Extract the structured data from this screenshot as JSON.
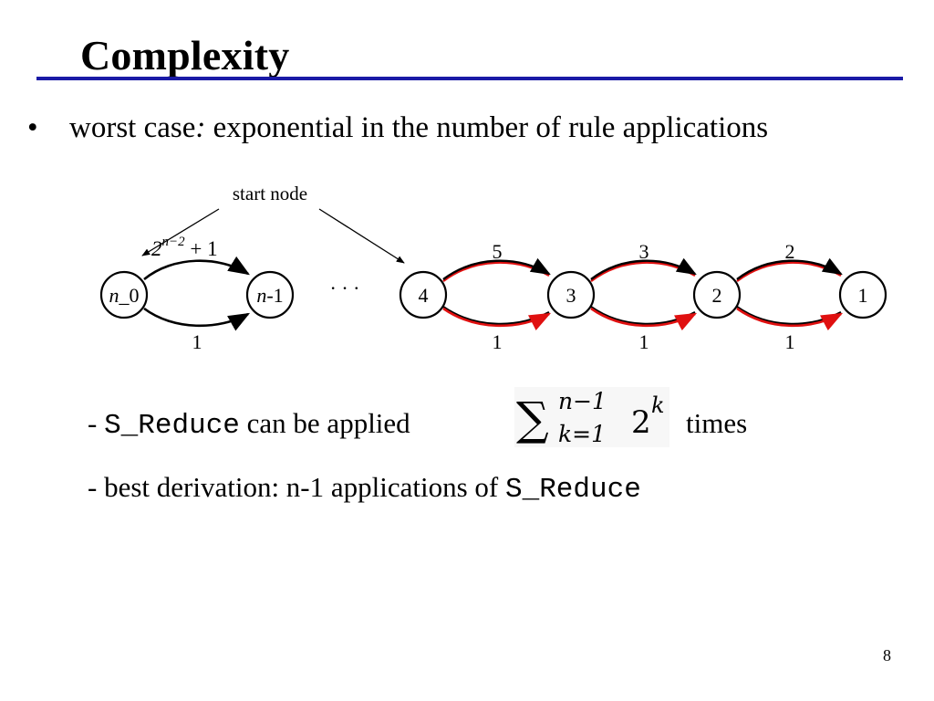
{
  "slide": {
    "title": "Complexity",
    "bullet": {
      "symbol": "•",
      "text_start": "worst case",
      "colon": ":",
      "text_rest": " exponential in the number of rule applications"
    },
    "line2": {
      "dash": "- ",
      "code": "S_Reduce",
      "middle": " can be applied",
      "formula": {
        "sum_symbol": "∑",
        "upper": "n−1",
        "lower": "k=1",
        "base": "2",
        "exponent": "k"
      },
      "end": "times"
    },
    "line3": {
      "text": "- best derivation: n-1 applications of ",
      "code": "S_Reduce"
    },
    "page_number": "8"
  },
  "diagram": {
    "start_label": "start node",
    "ellipsis": "· · ·",
    "left_pair": {
      "node_a": {
        "var": "n",
        "suffix": "_0"
      },
      "node_b": {
        "var": "n",
        "suffix": "-1"
      },
      "top_weight": {
        "base": "2",
        "exp": "n−2",
        "tail": " + 1"
      },
      "bottom_weight": "1"
    },
    "chain_nodes": [
      "4",
      "3",
      "2",
      "1"
    ],
    "top_weights": [
      "5",
      "3",
      "2"
    ],
    "bottom_weights": [
      "1",
      "1",
      "1"
    ],
    "colors": {
      "highlight": "#e01010",
      "edge": "#000000",
      "title_rule": "#1a1aa6"
    }
  }
}
